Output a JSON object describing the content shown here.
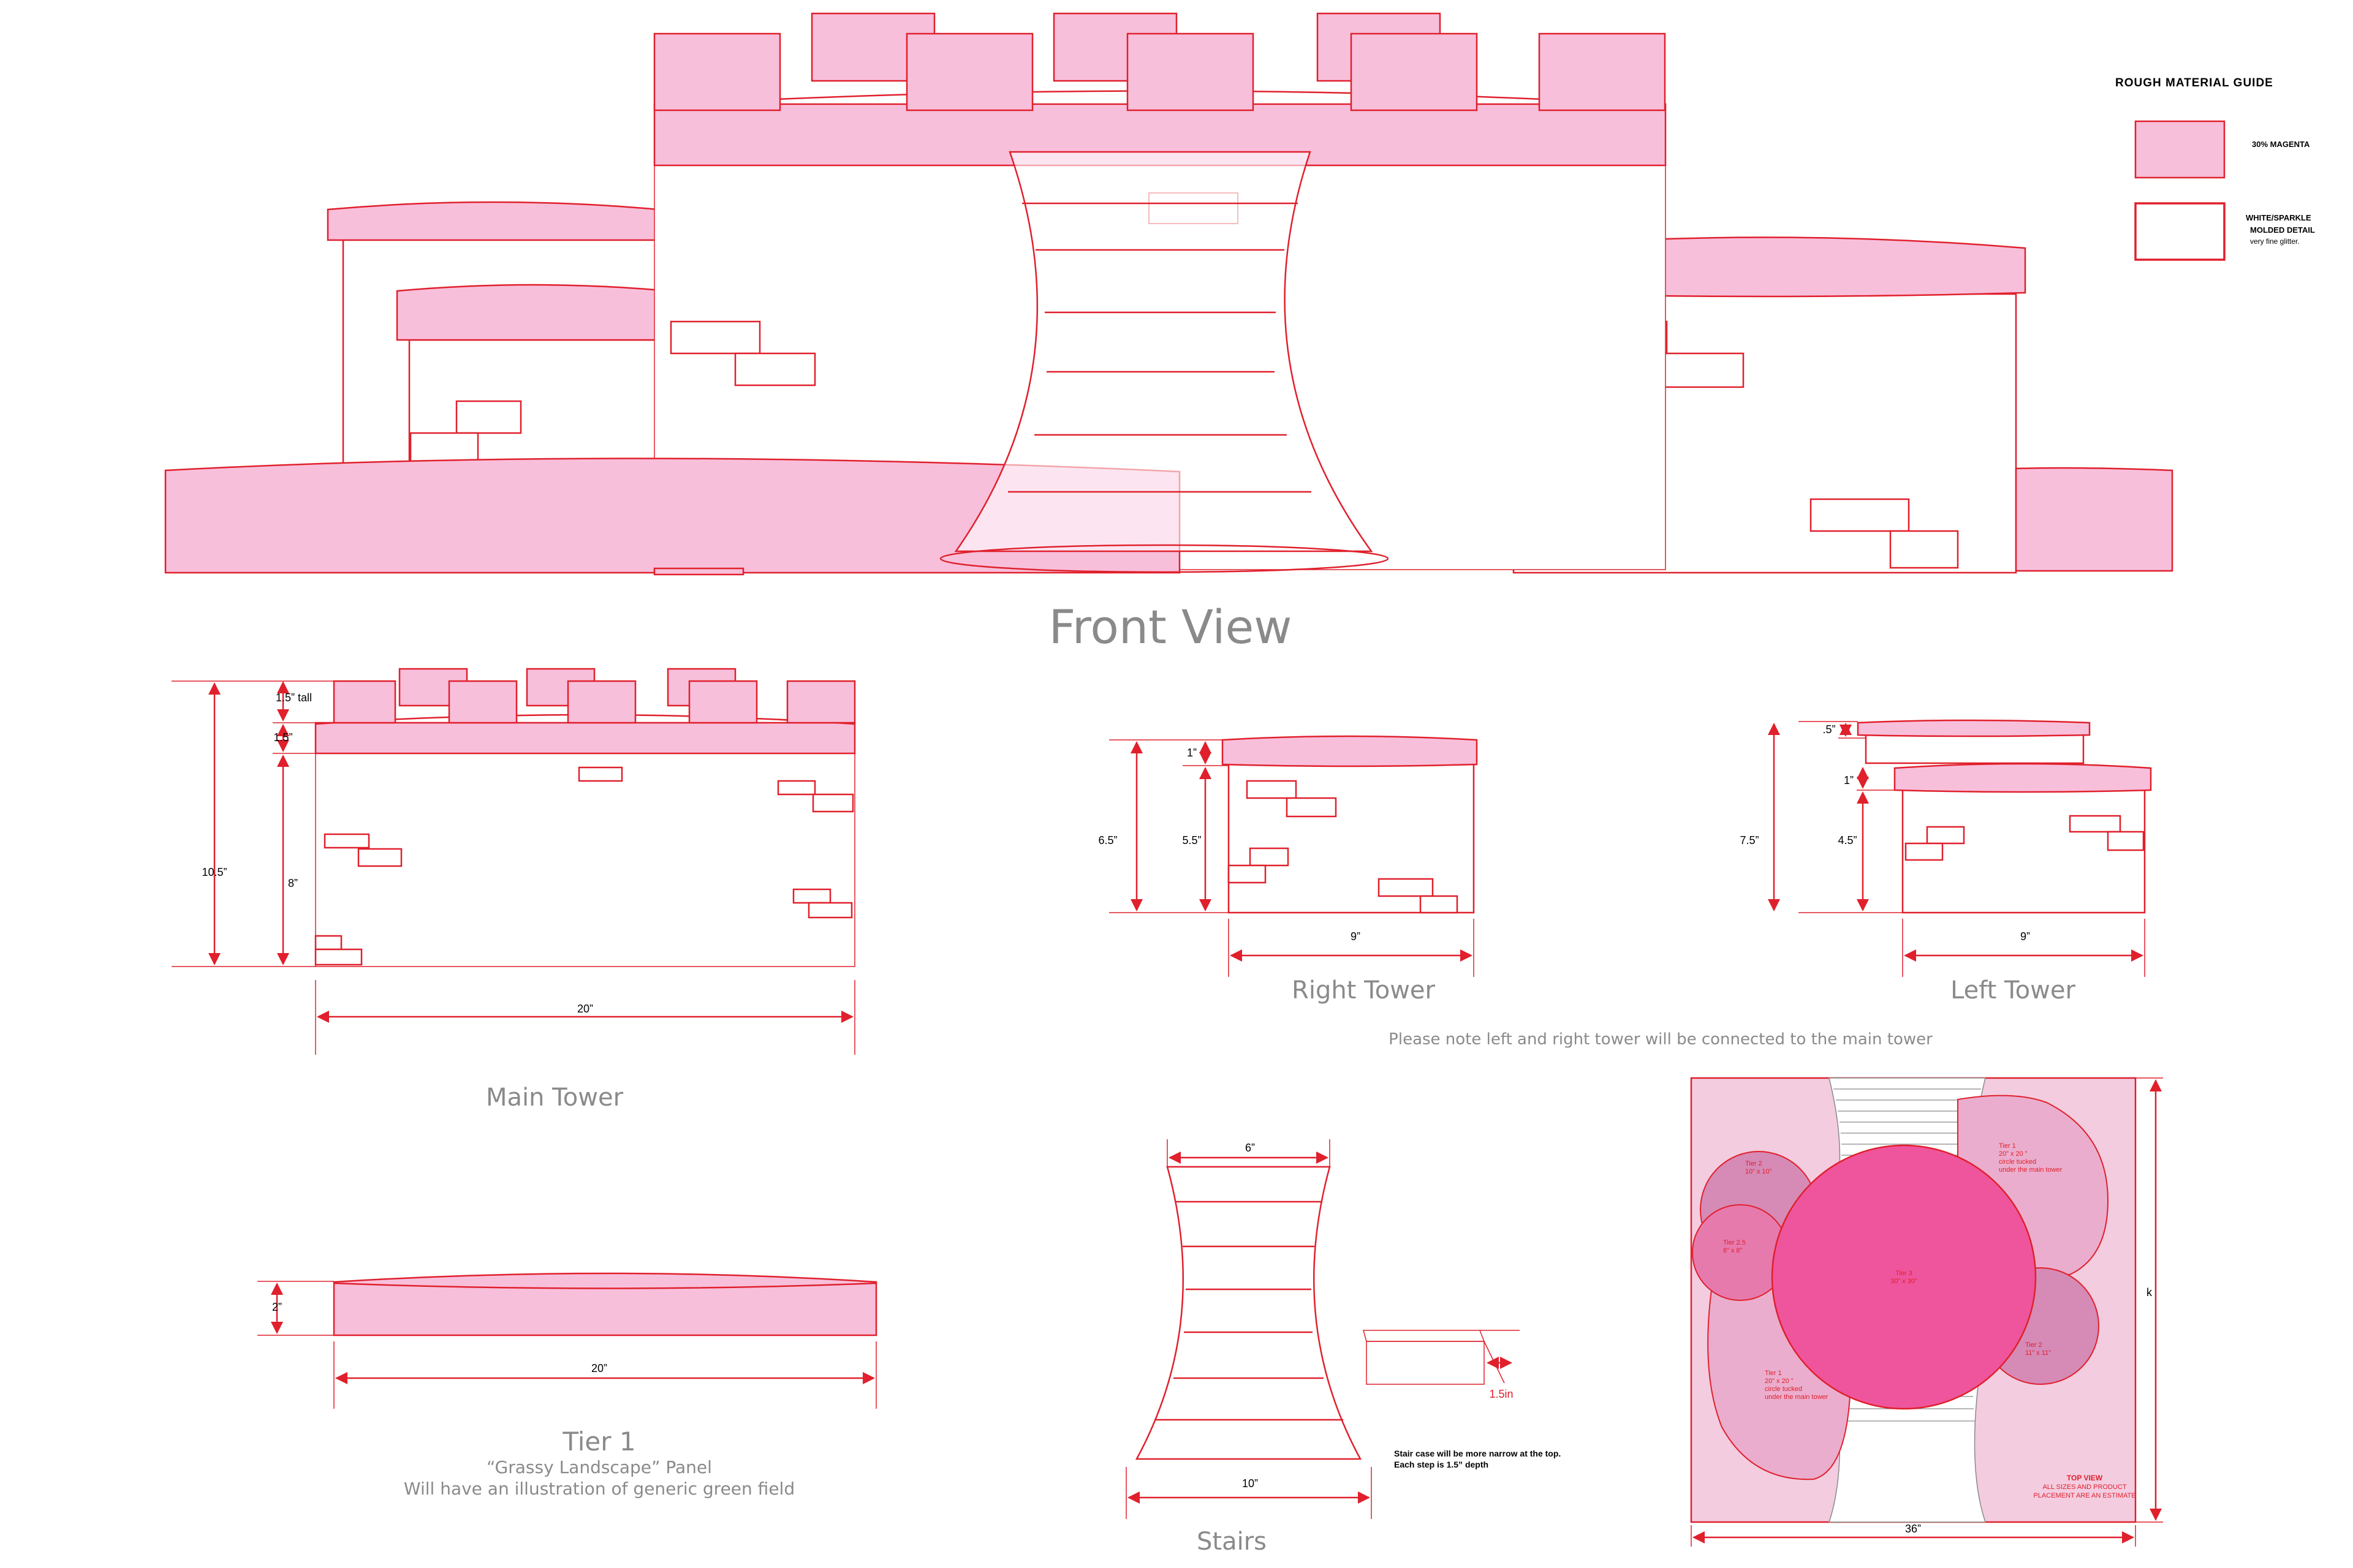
{
  "captions": {
    "front_view": "Front View",
    "main_tower": "Main Tower",
    "right_tower": "Right Tower",
    "left_tower": "Left Tower",
    "connection_note": "Please note left and right tower will be connected to the main tower",
    "tier1_title": "Tier 1",
    "tier1_sub1": "“Grassy Landscape” Panel",
    "tier1_sub2": "Will have an illustration of generic green field",
    "stairs": "Stairs",
    "stairs_note1": "Stair case will be more narrow at the top.",
    "stairs_note2": "Each step is 1.5” depth"
  },
  "legend": {
    "title": "ROUGH MATERIAL GUIDE",
    "item1": "30% MAGENTA",
    "item2_line1": "WHITE/SPARKLE",
    "item2_line2": "MOLDED DETAIL",
    "item2_line3": "very fine glitter."
  },
  "dimensions": {
    "main_tall": "1.5” tall",
    "main_band": "1.5”",
    "main_total": "10.5”",
    "main_body": "8”",
    "main_width": "20”",
    "right_cap": "1”",
    "right_total": "6.5”",
    "right_body": "5.5”",
    "right_width": "9”",
    "left_top": ".5”",
    "left_cap": "1”",
    "left_total": "7.5”",
    "left_body": "4.5”",
    "left_width": "9”",
    "tier1_height": "2”",
    "tier1_width": "20”",
    "stairs_top": "6”",
    "stairs_bottom": "10”",
    "step_depth": "1.5in"
  },
  "top_view": {
    "tier3_line1": "Tier 3",
    "tier3_line2": "30” x 30”",
    "tier2_tl_line1": "Tier 2",
    "tier2_tl_line2": "10” x 10”",
    "tier25_line1": "Tier 2.5",
    "tier25_line2": "8” x 8”",
    "tier1_tr_line1": "Tier 1",
    "tier1_tr_line2": "20” x 20 ”",
    "tier1_tr_line3": "circle tucked",
    "tier1_tr_line4": "under the main tower",
    "tier2_r_line1": "Tier 2",
    "tier2_r_line2": "11” x 11”",
    "tier1_bl_line1": "Tier 1",
    "tier1_bl_line2": "20” x 20 ”",
    "tier1_bl_line3": "circle tucked",
    "tier1_bl_line4": "under the main tower",
    "label_line1": "TOP VIEW",
    "label_line2": "ALL SIZES AND PRODUCT",
    "label_line3": "PLACEMENT ARE AN ESTIMATE",
    "width_label": "36”",
    "height_label": "k"
  },
  "colors": {
    "magenta_30": "#f8bfdb",
    "outline_red": "#e0202c",
    "tier3_fill": "#ef559c",
    "top_bg": "#f3cce0",
    "tier1_fill": "#ebadcd",
    "tier2_fill": "#d68ab6",
    "caption_grey": "#8a8a8a"
  }
}
